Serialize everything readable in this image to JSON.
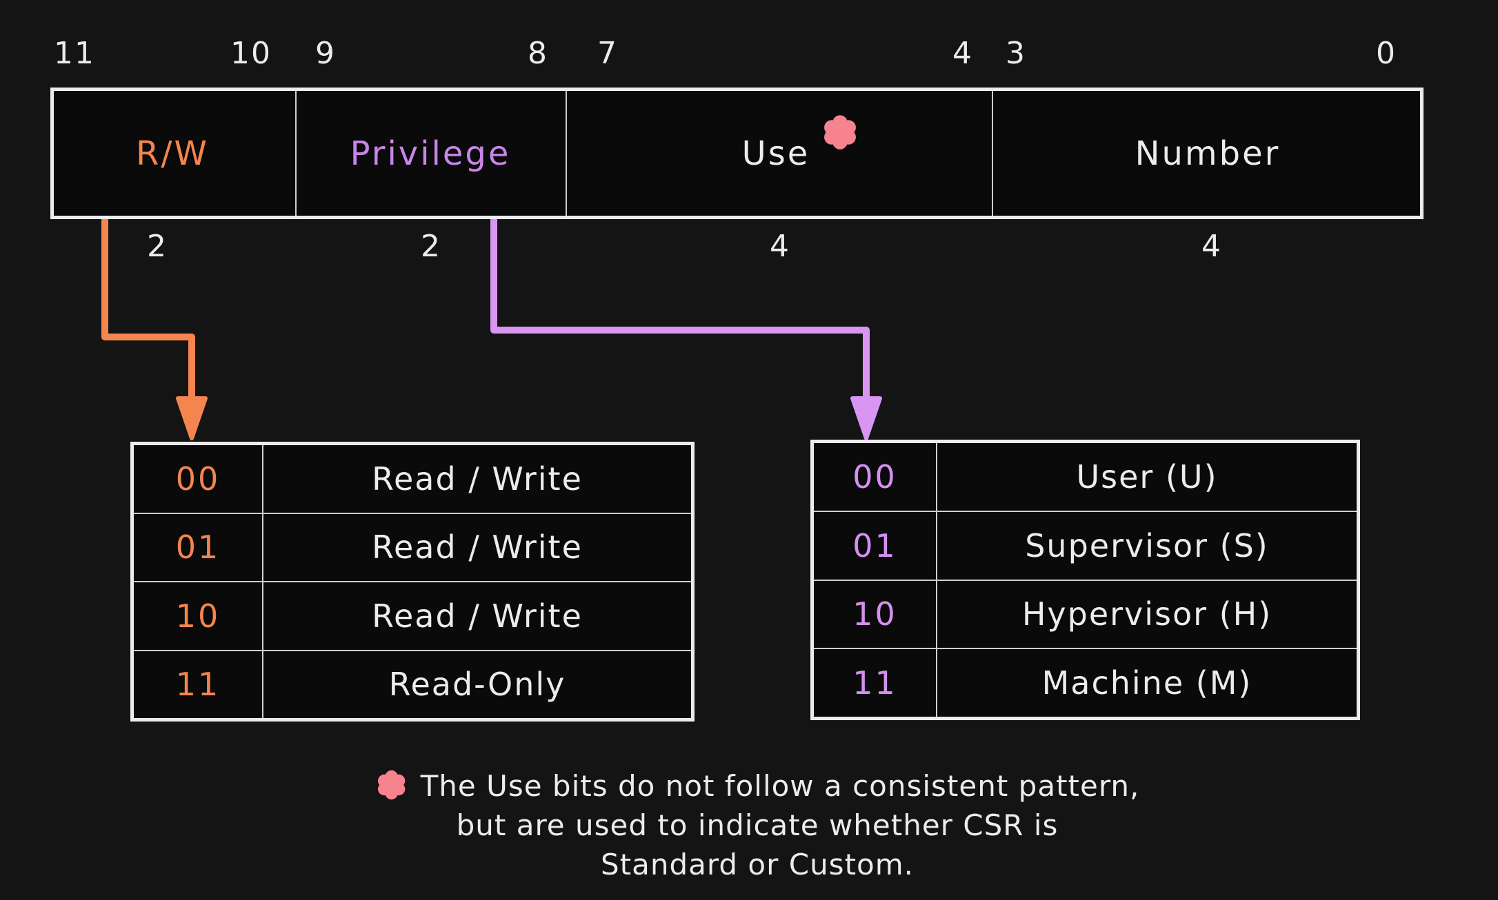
{
  "palette": {
    "background": "#141414",
    "surface": "#0a0a0a",
    "border": "#ececec",
    "orange": "#f4854f",
    "purple_label": "#c986ea",
    "purple_code": "#d48ff0",
    "purple_arrow": "#d896f2",
    "pink_flower": "#f6838e",
    "text": "#ececec"
  },
  "register": {
    "bit_labels": [
      "11",
      "10",
      "9",
      "8",
      "7",
      "4",
      "3",
      "0"
    ],
    "fields": [
      {
        "label": "R/W",
        "bit_high": "11",
        "bit_low": "10",
        "width": "2",
        "color": "orange"
      },
      {
        "label": "Privilege",
        "bit_high": "9",
        "bit_low": "8",
        "width": "2",
        "color": "purple"
      },
      {
        "label": "Use",
        "bit_high": "7",
        "bit_low": "4",
        "width": "4",
        "color": "white",
        "marker": "flower"
      },
      {
        "label": "Number",
        "bit_high": "3",
        "bit_low": "0",
        "width": "4",
        "color": "white"
      }
    ],
    "width_labels": [
      "2",
      "2",
      "4",
      "4"
    ]
  },
  "rw_table": {
    "rows": [
      {
        "code": "00",
        "desc": "Read / Write"
      },
      {
        "code": "01",
        "desc": "Read / Write"
      },
      {
        "code": "10",
        "desc": "Read / Write"
      },
      {
        "code": "11",
        "desc": "Read-Only"
      }
    ]
  },
  "privilege_table": {
    "rows": [
      {
        "code": "00",
        "desc": "User (U)"
      },
      {
        "code": "01",
        "desc": "Supervisor (S)"
      },
      {
        "code": "10",
        "desc": "Hypervisor (H)"
      },
      {
        "code": "11",
        "desc": "Machine (M)"
      }
    ]
  },
  "footnote": {
    "lines": [
      "The Use bits do not follow a consistent pattern,",
      "but are used to indicate whether CSR is",
      "Standard or Custom."
    ]
  }
}
